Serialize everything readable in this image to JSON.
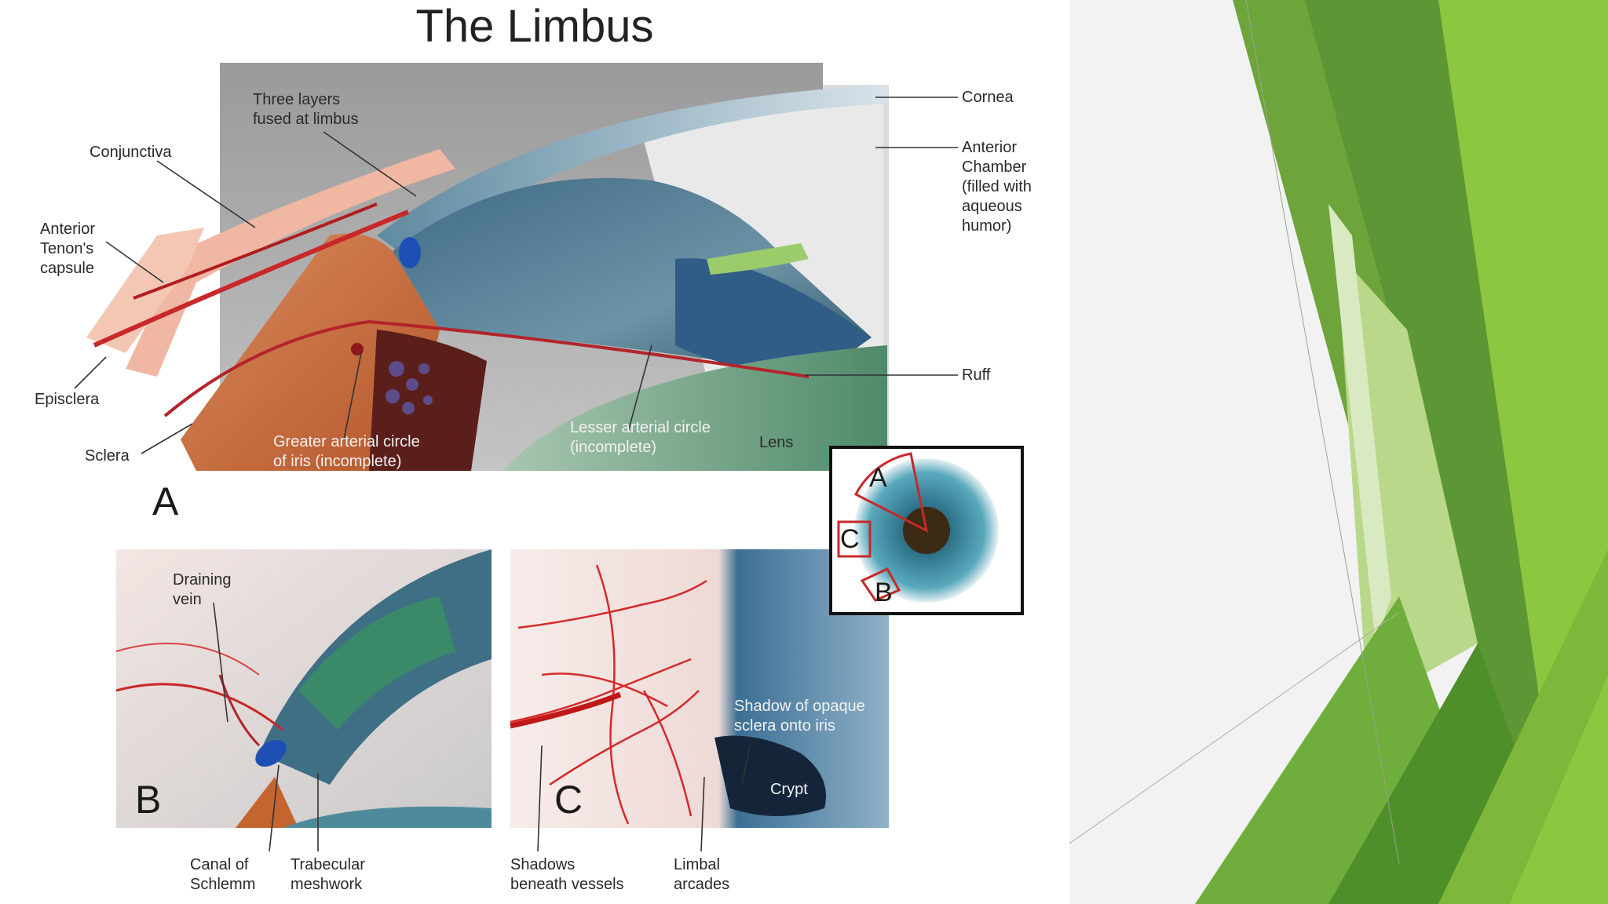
{
  "diagram": {
    "title": "The Limbus",
    "labels": {
      "three_layers": "Three layers\nfused at limbus",
      "conjunctiva": "Conjunctiva",
      "anterior_tenons": "Anterior\nTenon's\ncapsule",
      "episclera": "Episclera",
      "sclera": "Sclera",
      "cornea": "Cornea",
      "anterior_chamber": "Anterior\nChamber\n(filled with\naqueous\nhumor)",
      "ruff": "Ruff",
      "lens": "Lens",
      "greater_arterial": "Greater arterial circle\nof iris (incomplete)",
      "lesser_arterial": "Lesser arterial circle\n(incomplete)",
      "draining_vein": "Draining\nvein",
      "canal_schlemm": "Canal of\nSchlemm",
      "trabecular": "Trabecular\nmeshwork",
      "shadows_vessels": "Shadows\nbeneath vessels",
      "limbal_arcades": "Limbal\narcades",
      "shadow_opaque": "Shadow of opaque\nsclera onto iris",
      "crypt": "Crypt"
    },
    "panel_letters": {
      "a": "A",
      "b": "B",
      "c": "C"
    },
    "inset_letters": {
      "a": "A",
      "b": "B",
      "c": "C"
    }
  },
  "colors": {
    "accent_dark": "#5a8f2b",
    "accent_mid": "#7fb53a",
    "accent_light": "#b9d88a",
    "accent_bright": "#8dc63f"
  }
}
